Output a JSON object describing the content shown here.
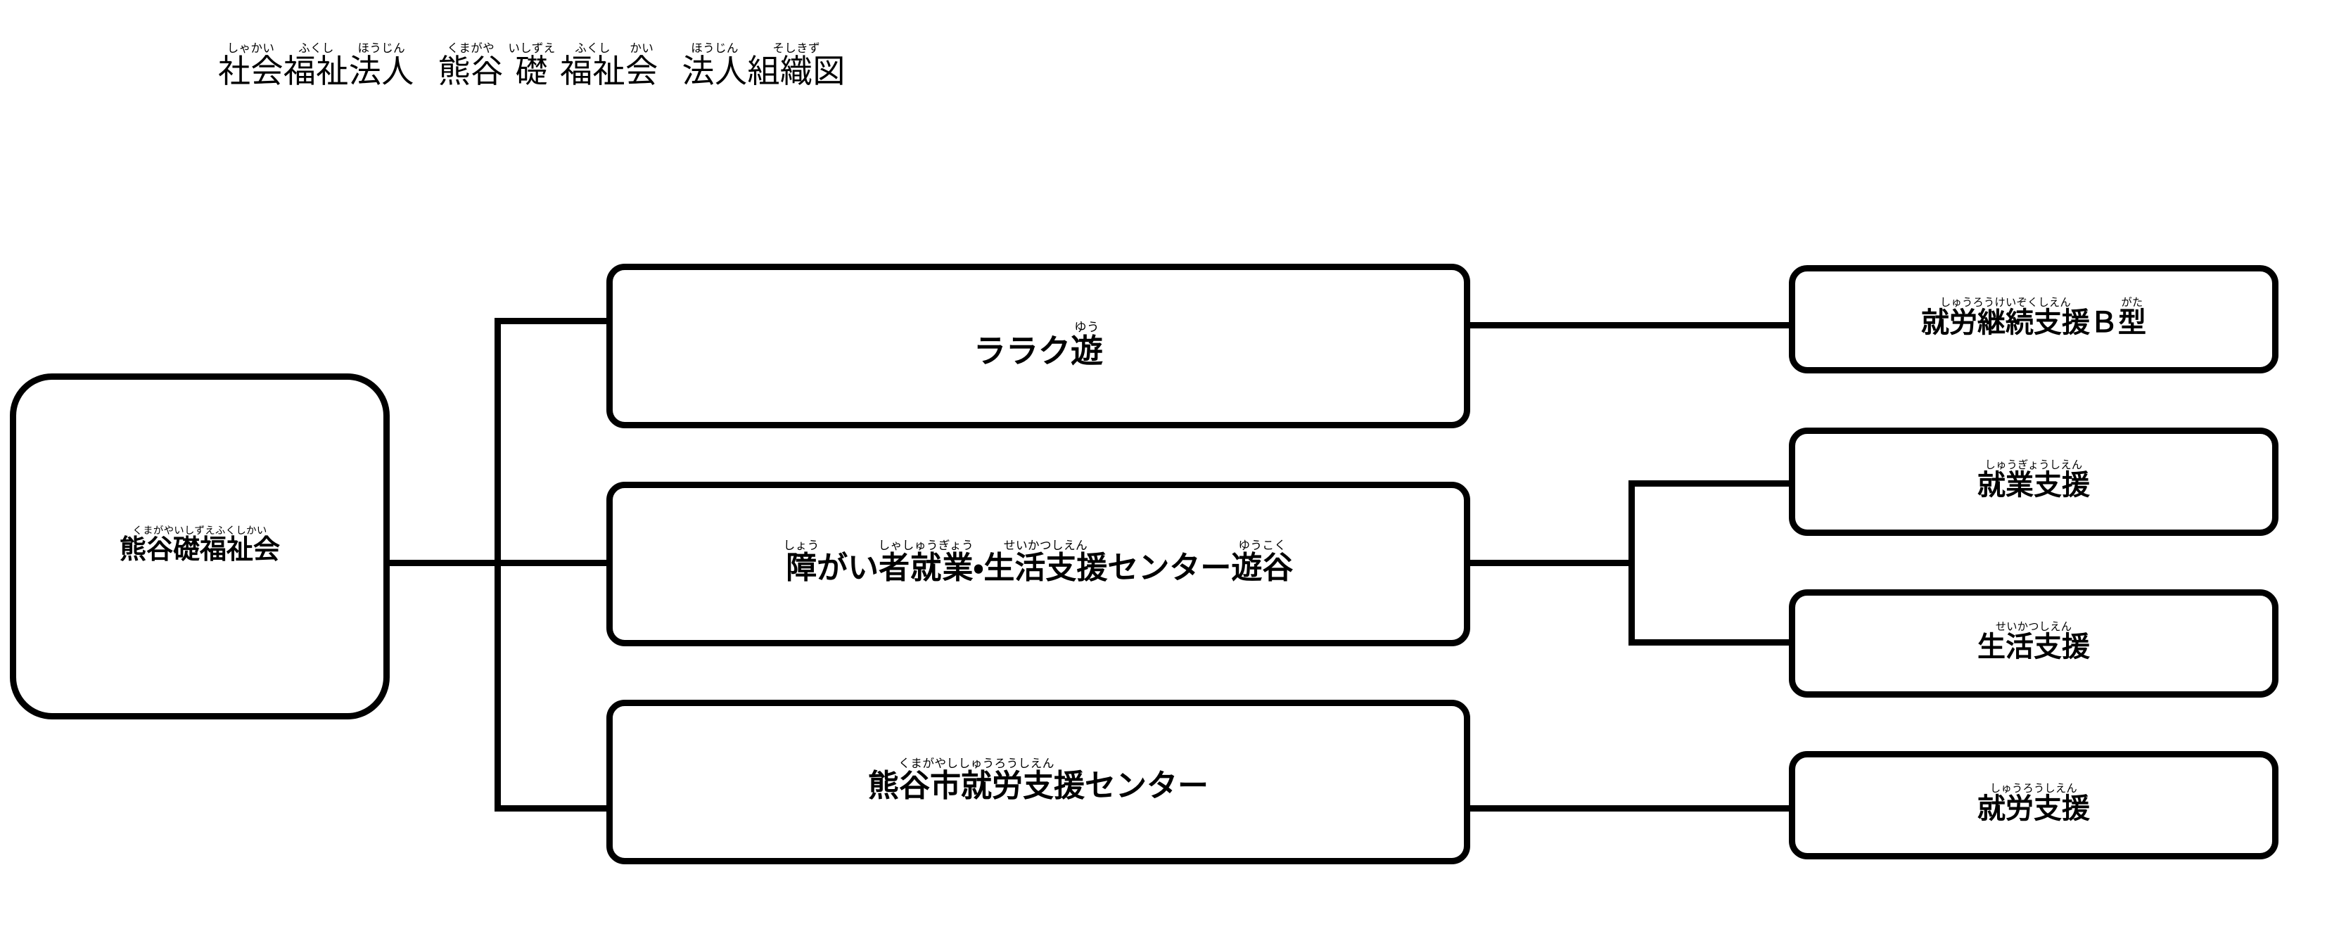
{
  "title": {
    "segments": [
      {
        "text": "社会福祉法人",
        "ruby": [
          "しゃかい",
          "ふくし",
          "ほうじん"
        ]
      },
      {
        "text": "熊谷 礎 福祉会",
        "ruby": [
          "くまがや",
          "いしずえ",
          "ふくし",
          "かい"
        ]
      },
      {
        "text": "法人組織図",
        "ruby": [
          "ほうじん",
          "そしきず"
        ]
      }
    ],
    "plain": "社会福祉法人　熊谷 礎 福祉会　法人組織図"
  },
  "colors": {
    "background": "#ffffff",
    "stroke": "#000000",
    "text": "#000000"
  },
  "chart_data": {
    "type": "diagram",
    "diagram_kind": "organization-chart",
    "orientation": "left-to-right",
    "nodes": [
      {
        "id": "root",
        "level": 0,
        "text": "熊谷礎福祉会",
        "ruby": "くまがやいしずえふくしかい",
        "parts": [
          {
            "base": "熊谷礎福祉会",
            "rt": "くまがやいしずえふくしかい"
          }
        ]
      },
      {
        "id": "raraku",
        "level": 1,
        "text": "ララク遊",
        "parts": [
          {
            "base": "ララク",
            "rt": ""
          },
          {
            "base": "遊",
            "rt": "ゆう"
          }
        ]
      },
      {
        "id": "yukoku",
        "level": 1,
        "text": "障がい者就業・生活支援センター遊谷",
        "parts": [
          {
            "base": "障",
            "rt": "しょう"
          },
          {
            "base": "がい",
            "rt": ""
          },
          {
            "base": "者就業",
            "rt": "しゃしゅうぎょう"
          },
          {
            "base": "・",
            "rt": ""
          },
          {
            "base": "生活支援",
            "rt": "せいかつしえん"
          },
          {
            "base": "センター",
            "rt": ""
          },
          {
            "base": "遊谷",
            "rt": "ゆうこく"
          }
        ]
      },
      {
        "id": "kumagaya-center",
        "level": 1,
        "text": "熊谷市就労支援センター",
        "parts": [
          {
            "base": "熊谷市就労支援",
            "rt": "くまがやししゅうろうしえん"
          },
          {
            "base": "センター",
            "rt": ""
          }
        ]
      },
      {
        "id": "btype",
        "level": 2,
        "text": "就労継続支援Ｂ型",
        "parts": [
          {
            "base": "就労継続支援",
            "rt": "しゅうろうけいぞくしえん"
          },
          {
            "base": "Ｂ",
            "rt": ""
          },
          {
            "base": "型",
            "rt": "がた"
          }
        ]
      },
      {
        "id": "shugyo",
        "level": 2,
        "text": "就業支援",
        "parts": [
          {
            "base": "就業支援",
            "rt": "しゅうぎょうしえん"
          }
        ]
      },
      {
        "id": "seikatsu",
        "level": 2,
        "text": "生活支援",
        "parts": [
          {
            "base": "生活支援",
            "rt": "せいかつしえん"
          }
        ]
      },
      {
        "id": "shuro",
        "level": 2,
        "text": "就労支援",
        "parts": [
          {
            "base": "就労支援",
            "rt": "しゅうろうしえん"
          }
        ]
      }
    ],
    "edges": [
      {
        "from": "root",
        "to": "raraku"
      },
      {
        "from": "root",
        "to": "yukoku"
      },
      {
        "from": "root",
        "to": "kumagaya-center"
      },
      {
        "from": "raraku",
        "to": "btype"
      },
      {
        "from": "yukoku",
        "to": "shugyo"
      },
      {
        "from": "yukoku",
        "to": "seikatsu"
      },
      {
        "from": "kumagaya-center",
        "to": "shuro"
      }
    ]
  }
}
